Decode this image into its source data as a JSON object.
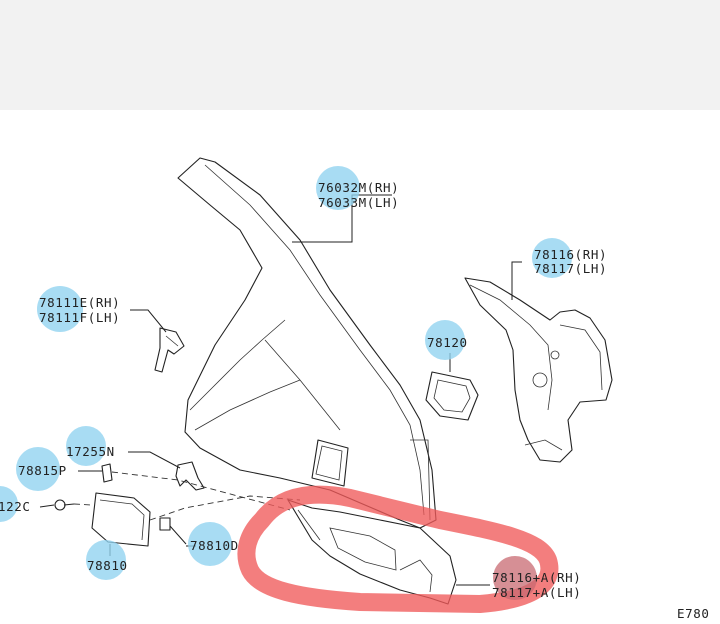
{
  "labels": {
    "fender_rh": "76032M(RH)",
    "fender_lh": "76033M(LH)",
    "inner_rh": "78116(RH)",
    "inner_lh": "78117(LH)",
    "bracket_rh": "78111E(RH)",
    "bracket_lh": "78111F(LH)",
    "filler_base": "78120",
    "clip_17255n": "17255N",
    "spring_78815p": "78815P",
    "screw_122c": "122C",
    "lid_78810": "78810",
    "bumper_78810d": "78810D",
    "extension_rh": "78116+A(RH)",
    "extension_lh": "78117+A(LH)",
    "code_corner": "E780"
  },
  "colors": {
    "bubble": "#8fd2f0",
    "highlight": "#f05a5a",
    "top_band": "#f2f2f2"
  }
}
